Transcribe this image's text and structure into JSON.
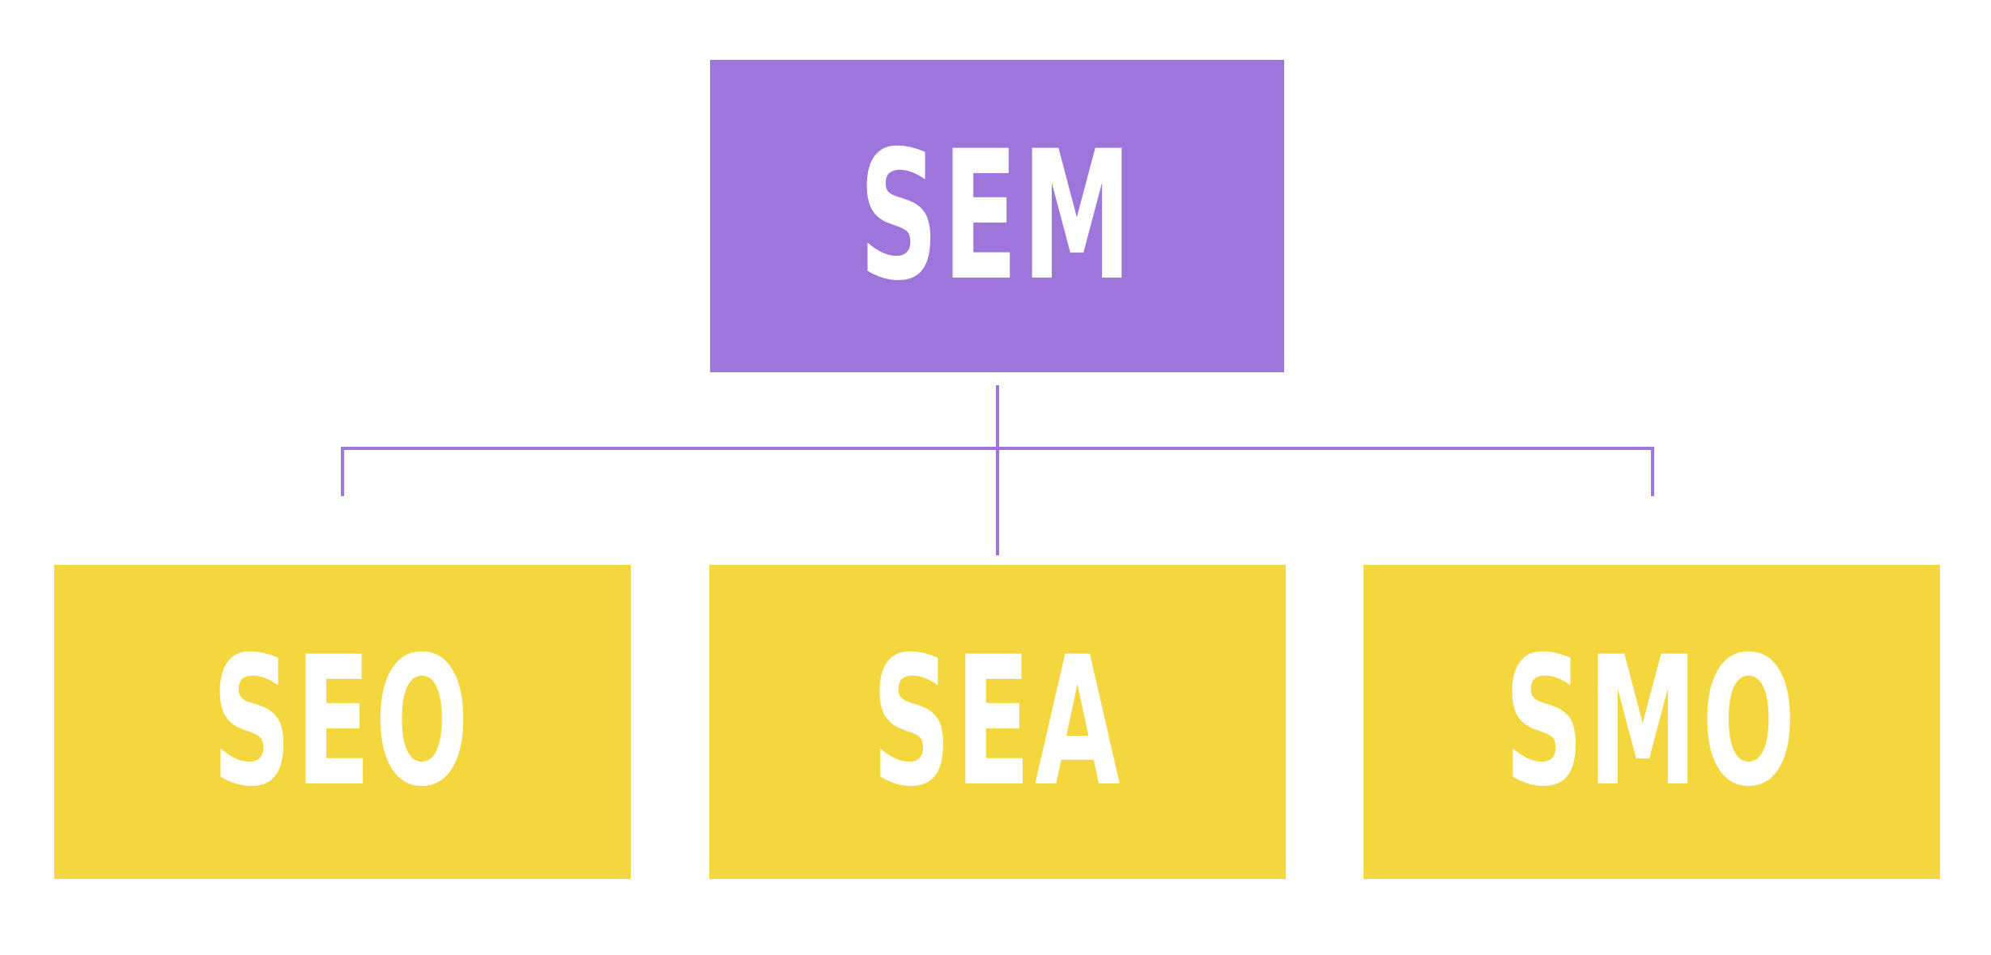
{
  "diagram": {
    "root": {
      "label": "SEM",
      "color": "#9e75da"
    },
    "children": [
      {
        "label": "SEO",
        "color": "#f4d63e"
      },
      {
        "label": "SEA",
        "color": "#f4d63e"
      },
      {
        "label": "SMO",
        "color": "#f4d63e"
      }
    ],
    "connector_color": "#9e75da"
  }
}
